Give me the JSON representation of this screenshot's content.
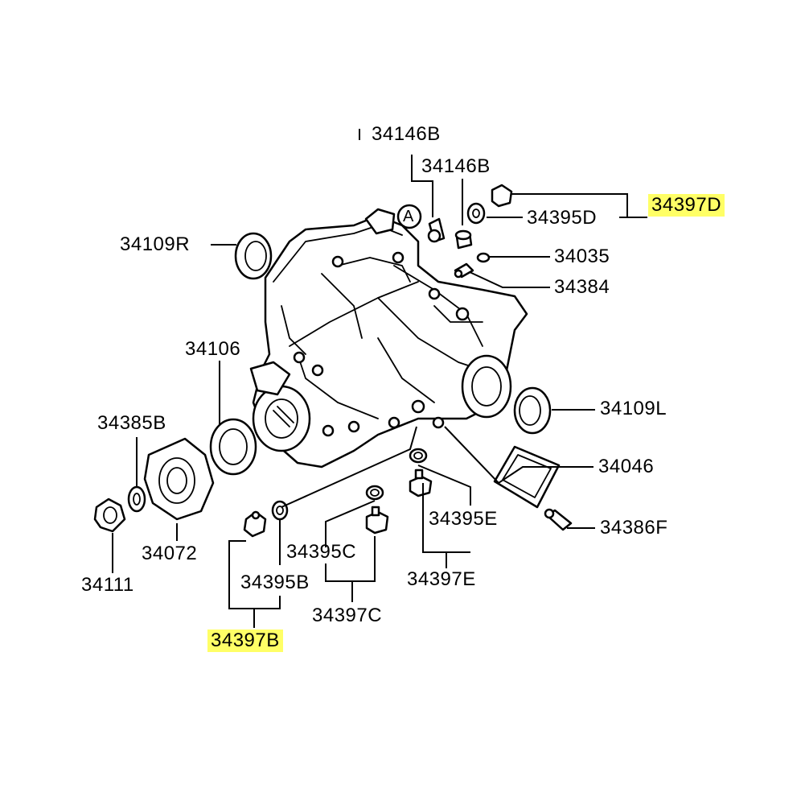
{
  "diagram": {
    "callouts": {
      "p34146B_top": "34146B",
      "p34146B_second": "34146B",
      "p34397D": "34397D",
      "p34395D": "34395D",
      "p34035": "34035",
      "p34384": "34384",
      "p34109R": "34109R",
      "p34106": "34106",
      "p34109L": "34109L",
      "p34385B": "34385B",
      "p34046": "34046",
      "p34386F": "34386F",
      "p34395E": "34395E",
      "p34072": "34072",
      "p34395C": "34395C",
      "p34111": "34111",
      "p34395B": "34395B",
      "p34397E": "34397E",
      "p34397C": "34397C",
      "p34397B": "34397B"
    },
    "view_marker": "A",
    "highlight_color": "#ffff66"
  }
}
